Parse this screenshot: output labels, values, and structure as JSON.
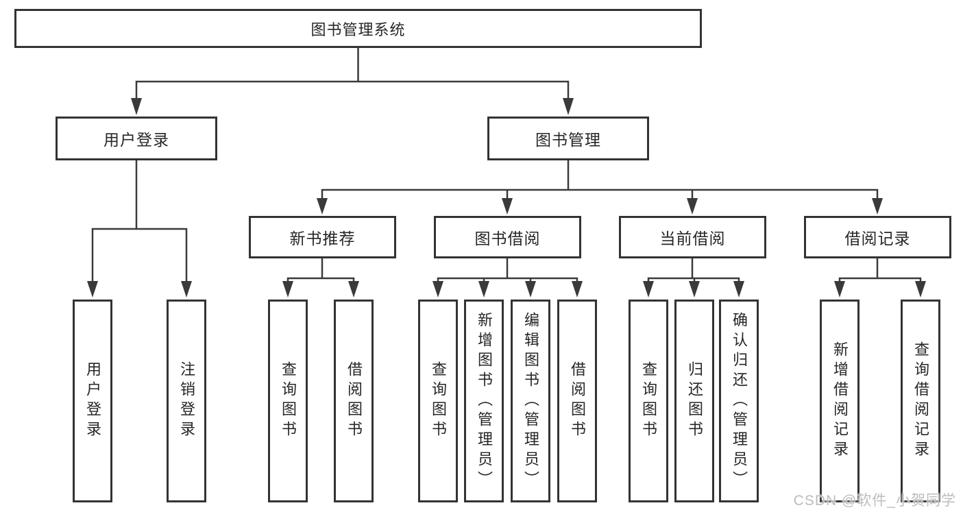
{
  "colors": {
    "background": "#ffffff",
    "box_border": "#333333",
    "line": "#3a3a3a",
    "text": "#262626",
    "watermark": "#bcbcbc"
  },
  "tree": {
    "root": "图书管理系统",
    "level2": [
      "用户登录",
      "图书管理"
    ],
    "level3": [
      "新书推荐",
      "图书借阅",
      "当前借阅",
      "借阅记录"
    ],
    "leaves": {
      "user_login": [
        "用户登录",
        "注销登录"
      ],
      "new_books": [
        "查询图书",
        "借阅图书"
      ],
      "book_borrow": [
        "查询图书",
        "新增图书（管理员）",
        "编辑图书（管理员）",
        "借阅图书"
      ],
      "current_borrow": [
        "查询图书",
        "归还图书",
        "确认归还（管理员）"
      ],
      "borrow_records": [
        "新增借阅记录",
        "查询借阅记录"
      ]
    }
  },
  "watermark": {
    "text": "CSDN @软件_小贺同学"
  }
}
